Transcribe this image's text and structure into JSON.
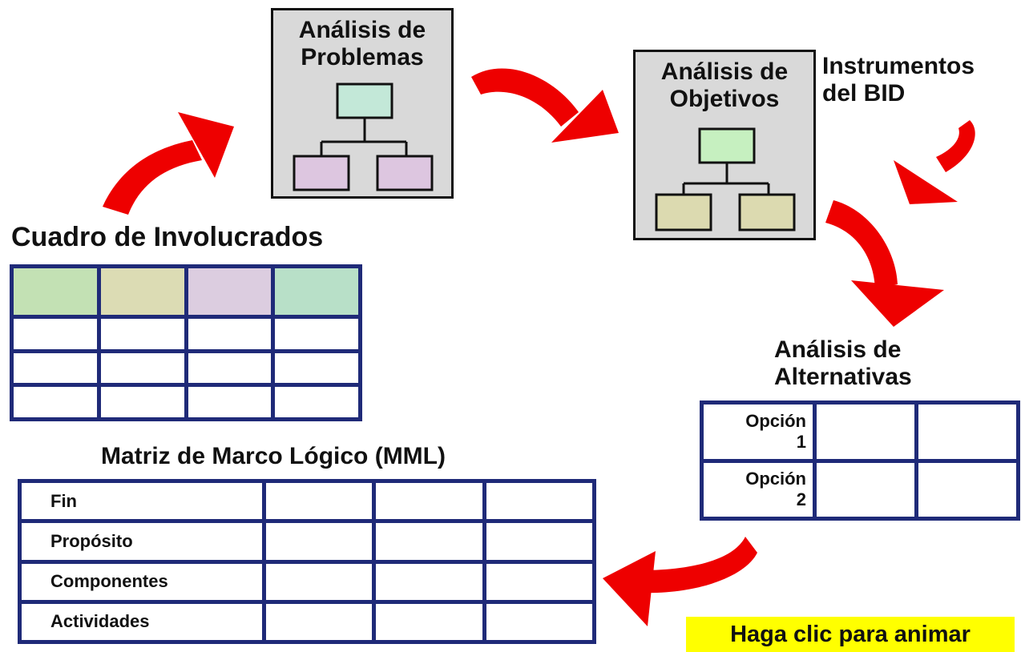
{
  "diagram": {
    "problem_box": {
      "title_line1": "Análisis de",
      "title_line2": "Problemas"
    },
    "objective_box": {
      "title_line1": "Análisis de",
      "title_line2": "Objetivos"
    },
    "instruments": {
      "line1": "Instrumentos",
      "line2": "del BID"
    },
    "stakeholders": {
      "title": "Cuadro de Involucrados",
      "header_colors": [
        "#c3e1b4",
        "#dcdcb4",
        "#dccde0",
        "#b8e0c8"
      ]
    },
    "alternatives": {
      "title_line1": "Análisis de",
      "title_line2": "Alternativas",
      "options": [
        {
          "label_line1": "Opción",
          "label_line2": "1"
        },
        {
          "label_line1": "Opción",
          "label_line2": "2"
        }
      ]
    },
    "mml": {
      "title": "Matriz de Marco Lógico (MML)",
      "rows": [
        "Fin",
        "Propósito",
        "Componentes",
        "Actividades"
      ]
    },
    "call_to_action": "Haga clic para animar"
  },
  "colors": {
    "arrow_red": "#ee0000",
    "table_border": "#1f2a78",
    "box_fill": "#d9d9d9",
    "tree_top": "#c3e8d8",
    "tree_child_problem": "#ddc6e0",
    "tree_top_objective": "#c6f0c0",
    "tree_child_objective": "#dcdab0",
    "highlight": "#ffff00"
  }
}
